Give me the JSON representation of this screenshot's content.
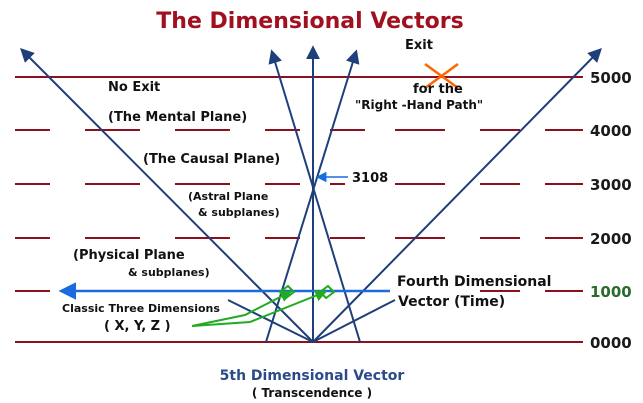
{
  "title": "The Dimensional Vectors",
  "colors": {
    "title": "#a01020",
    "lines": "#8b1020",
    "vectors": "#1f3f7a",
    "level_dark": "#1a1a1a",
    "level_1000": "#2a6a2a",
    "bottom_label": "#2a4a8a",
    "exit_x": "#ff6600",
    "arrow_blue": "#1a6ae0",
    "pointer_green": "#22aa22"
  },
  "levels": [
    {
      "label": "5000",
      "value": 5000
    },
    {
      "label": "4000",
      "value": 4000
    },
    {
      "label": "3000",
      "value": 3000
    },
    {
      "label": "2000",
      "value": 2000
    },
    {
      "label": "1000",
      "value": 1000
    },
    {
      "label": "0000",
      "value": 0
    }
  ],
  "annotations": {
    "exit": "Exit",
    "for_the": "for the",
    "right_hand_path": "\"Right -Hand Path\"",
    "no_exit": "No Exit",
    "mental_plane": "(The Mental Plane)",
    "causal_plane": "(The Causal Plane)",
    "value_3108": "3108",
    "astral_plane": "(Astral Plane",
    "astral_sub": "& subplanes)",
    "physical_plane": "(Physical Plane",
    "physical_sub": "& subplanes)",
    "fourth_dim_1": "Fourth Dimensional",
    "fourth_dim_2": "Vector (Time)",
    "classic_three": "Classic Three Dimensions",
    "xyz": "( X, Y, Z )",
    "fifth_dim": "5th Dimensional Vector",
    "transcendence": "( Transcendence )"
  }
}
